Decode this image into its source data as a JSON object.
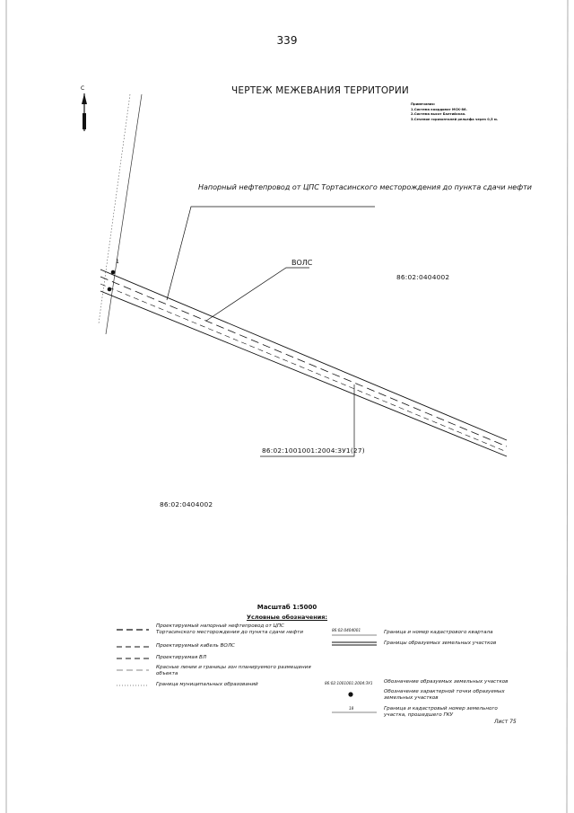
{
  "page_number": "339",
  "title": "ЧЕРТЕЖ МЕЖЕВАНИЯ ТЕРРИТОРИИ",
  "notes": {
    "heading": "Примечания:",
    "items": [
      "1.Система координат МСК-86.",
      "2.Система высот Балтийская.",
      "3.Сечение горизонталей рельефа через 0,5 м."
    ]
  },
  "map": {
    "north_label": "С",
    "point_label": "1",
    "pipeline_label": "Напорный нефтепровод от ЦПС Тортасинского месторождения до пункта сдачи нефти",
    "fiber_label": "ВОЛС",
    "quarter_top": "86:02:0404002",
    "quarter_bottom": "86:02:0404002",
    "parcel_label": "86:02:1001001:2004:ЗУ1(27)"
  },
  "scale_label": "Масштаб 1:5000",
  "legend": {
    "heading": "Условные обозначения:",
    "left": [
      {
        "symbol": "dash-long",
        "text": "Проектируемый напорный нефтепровод от ЦПС Тортасинского месторождения до пункта сдачи нефти"
      },
      {
        "symbol": "dash-mid",
        "text": "Проектируемый кабель ВОЛС"
      },
      {
        "symbol": "dash-mid",
        "text": "Проектируемая ВЛ"
      },
      {
        "symbol": "dash-thin",
        "text": "Красные линии и границы зон планируемого размещения объекта"
      },
      {
        "symbol": "dotted",
        "text": "Граница муниципальных образований"
      }
    ],
    "right": [
      {
        "symbol": "code",
        "code": "86:02:0404001",
        "text": "Граница и номер кадастрового квартала"
      },
      {
        "symbol": "double",
        "text": "Границы образуемых земельных участков"
      },
      {
        "symbol": "code",
        "code": "86:02:1001001:2004:ЗУ1",
        "text": "Обозначение образуемых земельных участков"
      },
      {
        "symbol": "dot",
        "text": "Обозначение характерной точки образуемых земельных участков"
      },
      {
        "symbol": "number",
        "code": "18",
        "text": "Граница и кадастровый номер земельного участка, прошедшего ГКУ"
      }
    ]
  },
  "sheet_label": "Лист 75"
}
